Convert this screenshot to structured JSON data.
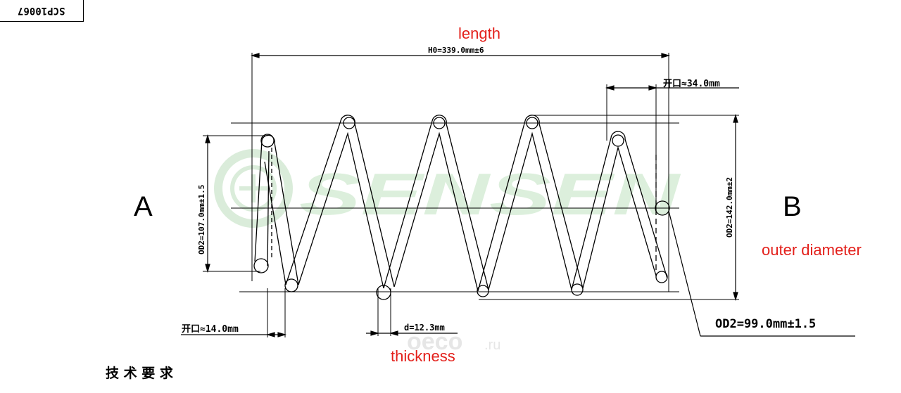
{
  "part_number": "SCP10067",
  "labels": {
    "length": "length",
    "outer_diameter": "outer diameter",
    "thickness": "thickness",
    "end_a": "A",
    "end_b": "B"
  },
  "dimensions": {
    "free_length": "H0=339.0mm±6",
    "gap_top": "开口≈34.0mm",
    "gap_bottom": "开口≈14.0mm",
    "wire_diameter": "d=12.3mm",
    "od_left": "OD2=107.0mm±1.5",
    "od_right": "OD2=142.0mm±2",
    "od_bottom": "OD2=99.0mm±1.5"
  },
  "watermarks": {
    "brand": "SENSEN",
    "site": "oeco",
    "site_suffix": ".ru"
  },
  "tech_requirements": "技 术 要 求",
  "colors": {
    "annotation": "#e3201b",
    "line": "#000000",
    "watermark": "#dcefdc"
  }
}
